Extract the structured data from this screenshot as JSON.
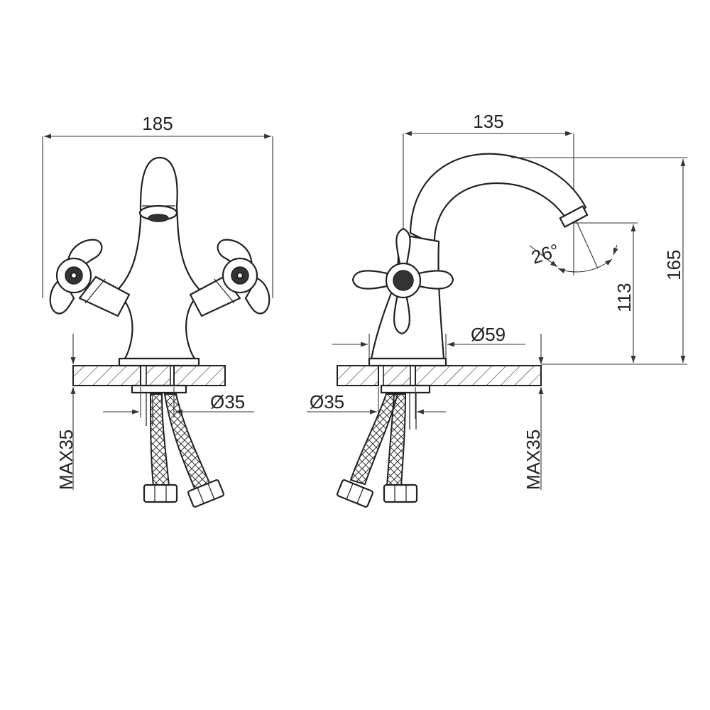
{
  "dimensions": {
    "front_width": "185",
    "side_reach": "135",
    "side_height_total": "165",
    "side_spout_height": "113",
    "base_diameter": "Ø59",
    "hole_front": "Ø35",
    "hole_side": "Ø35",
    "max_front": "MAX35",
    "max_side": "MAX35",
    "spout_angle": "26°"
  },
  "colors": {
    "line": "#222222",
    "background": "#ffffff"
  }
}
